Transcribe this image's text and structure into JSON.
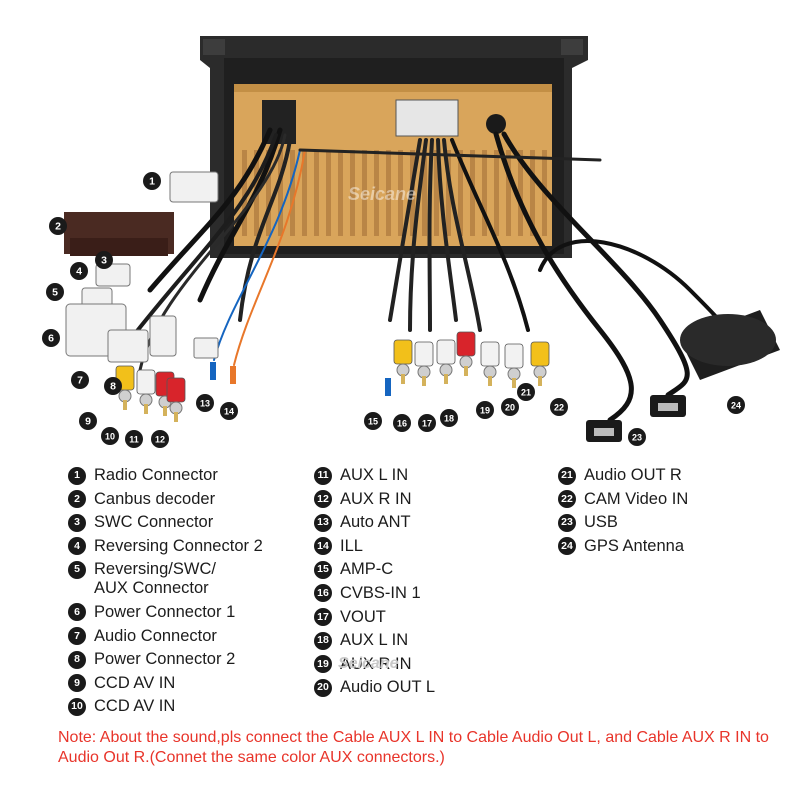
{
  "diagram": {
    "watermark": "Seicane",
    "callouts": [
      "1",
      "2",
      "3",
      "4",
      "5",
      "6",
      "7",
      "8",
      "9",
      "10",
      "11",
      "12",
      "13",
      "14",
      "15",
      "16",
      "17",
      "18",
      "19",
      "20",
      "21",
      "22",
      "23",
      "24"
    ]
  },
  "legend": {
    "col1": [
      {
        "n": "1",
        "label": "Radio Connector"
      },
      {
        "n": "2",
        "label": "Canbus decoder"
      },
      {
        "n": "3",
        "label": "SWC Connector"
      },
      {
        "n": "4",
        "label": "Reversing Connector 2"
      },
      {
        "n": "5",
        "label": "Reversing/SWC/\nAUX Connector"
      },
      {
        "n": "6",
        "label": "Power Connector 1"
      },
      {
        "n": "7",
        "label": "Audio Connector"
      },
      {
        "n": "8",
        "label": "Power Connector 2"
      },
      {
        "n": "9",
        "label": "CCD AV IN"
      },
      {
        "n": "10",
        "label": "CCD AV IN"
      }
    ],
    "col2": [
      {
        "n": "11",
        "label": "AUX L IN"
      },
      {
        "n": "12",
        "label": "AUX R IN"
      },
      {
        "n": "13",
        "label": "Auto ANT"
      },
      {
        "n": "14",
        "label": "ILL"
      },
      {
        "n": "15",
        "label": "AMP-C"
      },
      {
        "n": "16",
        "label": "CVBS-IN 1"
      },
      {
        "n": "17",
        "label": "VOUT"
      },
      {
        "n": "18",
        "label": "AUX L IN"
      },
      {
        "n": "19",
        "label": "AUX R IN"
      },
      {
        "n": "20",
        "label": "Audio OUT L"
      }
    ],
    "col3": [
      {
        "n": "21",
        "label": "Audio OUT R"
      },
      {
        "n": "22",
        "label": "CAM Video IN"
      },
      {
        "n": "23",
        "label": "USB"
      },
      {
        "n": "24",
        "label": "GPS Antenna"
      }
    ]
  },
  "note": "Note: About the sound,pls connect the Cable AUX L IN to Cable Audio Out L, and Cable AUX R IN to  Audio Out R.(Connet the same color AUX connectors.)",
  "colors": {
    "note_red": "#e8342a",
    "panel_gold": "#d9a55b",
    "frame": "#2a2a2a",
    "rca_red": "#d8242b",
    "rca_yellow": "#f2c01a",
    "rca_white": "#f2f2f2"
  }
}
